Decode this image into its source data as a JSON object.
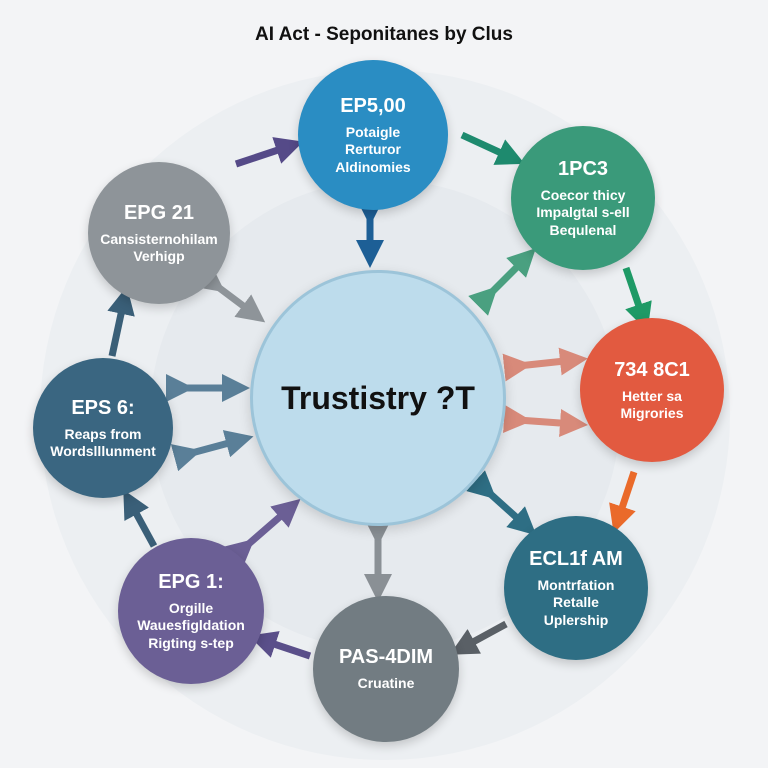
{
  "title": "AI Act - Seponitanes by Clus",
  "center": {
    "label": "Trustistry ?T",
    "color": "#bddcec",
    "border": "#9cc4d9"
  },
  "nodes": [
    {
      "id": "top",
      "head": "EP5,00",
      "lines": [
        "Potaigle",
        "Rerturor",
        "Aldinomies"
      ],
      "color": "#2a8dc3"
    },
    {
      "id": "upper-right",
      "head": "1PC3",
      "lines": [
        "Coecor thicy",
        "Impalgtal s-ell",
        "Bequlenal"
      ],
      "color": "#3a9a7a"
    },
    {
      "id": "right",
      "head": "734 8C1",
      "lines": [
        "Hetter sa",
        "Migrories"
      ],
      "color": "#e25a40"
    },
    {
      "id": "lower-right",
      "head": "ECL1f AM",
      "lines": [
        "Montrfation",
        "Retalle",
        "Uplership"
      ],
      "color": "#2e6e84"
    },
    {
      "id": "bottom",
      "head": "PAS-4DIM",
      "lines": [
        "Cruatine"
      ],
      "color": "#727c82"
    },
    {
      "id": "lower-left",
      "head": "EPG 1:",
      "lines": [
        "Orgille",
        "Wauesfigldation",
        "Rigting s-tep"
      ],
      "color": "#6b5f95"
    },
    {
      "id": "left",
      "head": "EPS 6:",
      "lines": [
        "Reaps from",
        "Wordslllunment"
      ],
      "color": "#3a6681"
    },
    {
      "id": "upper-left",
      "head": "EPG 21",
      "lines": [
        "Cansisternohilam",
        "Verhigp"
      ],
      "color": "#8e9499"
    }
  ],
  "arrow_colors": {
    "top-to-upper-right": "#1e8a6e",
    "upper-right-to-right": "#1e9a66",
    "right-to-lower-right": "#ea6a2a",
    "lower-right-to-bottom": "#5a6066",
    "bottom-to-lower-left": "#5a4f8a",
    "lower-left-to-left": "#3a5f78",
    "left-to-upper-left": "#3a5f78",
    "upper-left-to-top": "#554a88",
    "center-top": "#1d5f96",
    "center-upper-right": "#4aa080",
    "center-right-a": "#d88a7a",
    "center-right-b": "#d88a7a",
    "center-lower-right": "#2e6e84",
    "center-bottom": "#8a9095",
    "center-lower-left": "#6b5f95",
    "center-left-a": "#5a7f98",
    "center-left-b": "#5a7f98",
    "center-upper-left": "#8e9499"
  }
}
